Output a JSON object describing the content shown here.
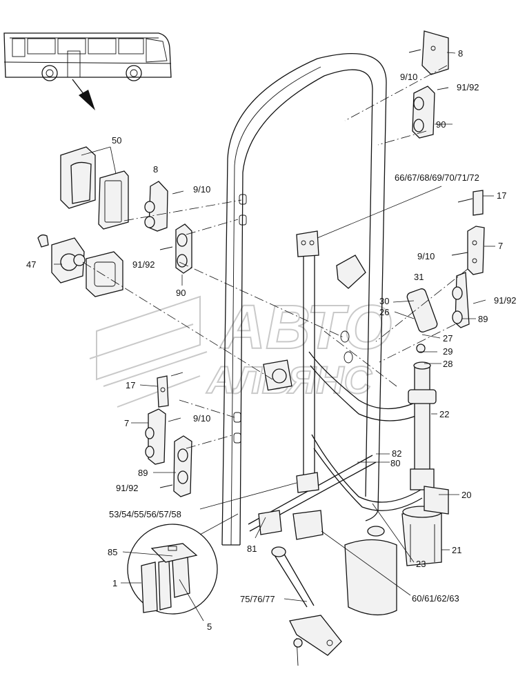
{
  "watermark": {
    "line1": "АВТО",
    "line2": "АЛЬЯНС"
  },
  "labels": {
    "l8_top": "8",
    "l9_10_top": "9/10",
    "l91_92_top": "91/92",
    "l90_top": "90",
    "l66": "66/67/68/69/70/71/72",
    "l17_right": "17",
    "l7_right": "7",
    "l9_10_right": "9/10",
    "l31": "31",
    "l30": "30",
    "l26": "26",
    "l91_92_right": "91/92",
    "l89_right": "89",
    "l27": "27",
    "l29": "29",
    "l28": "28",
    "l22": "22",
    "l82": "82",
    "l80": "80",
    "l20": "20",
    "l21": "21",
    "l23": "23",
    "l60": "60/61/62/63",
    "l50": "50",
    "l8_left": "8",
    "l9_10_left": "9/10",
    "l47": "47",
    "l91_92_left": "91/92",
    "l90_left": "90",
    "l17_left": "17",
    "l7_left": "7",
    "l9_10_left2": "9/10",
    "l89_left": "89",
    "l91_92_left2": "91/92",
    "l53": "53/54/55/56/57/58",
    "l81": "81",
    "l85": "85",
    "l1": "1",
    "l5": "5",
    "l75": "75/76/77"
  }
}
